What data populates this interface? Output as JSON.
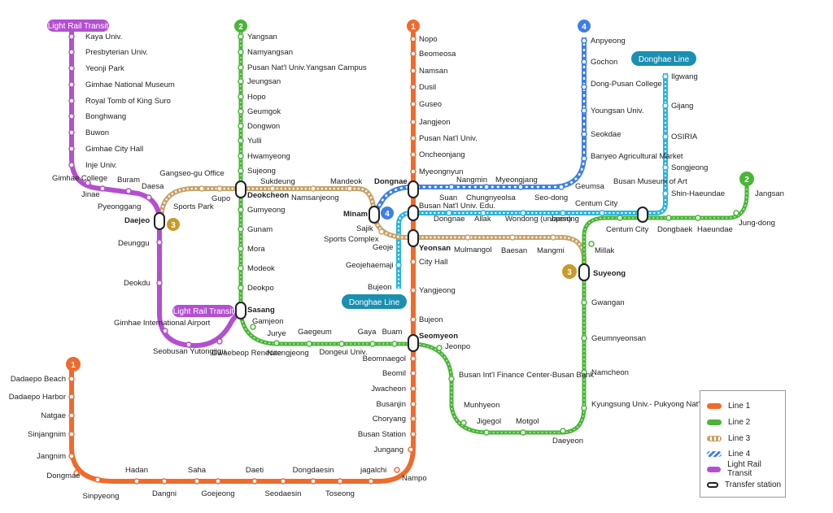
{
  "colors": {
    "line1": "#f06a2c",
    "line2": "#49b537",
    "line3": "#c8a26a",
    "line4": "#3f7fe4",
    "lrt": "#b34fd0",
    "donghae": "#29b6e0",
    "donghae_tag": "#1b8fb0",
    "line3_badge": "#c89a2a"
  },
  "badges": {
    "line1": "1",
    "line2": "2",
    "line3": "3",
    "line4": "4",
    "lrt_tag": "Light Rail Transit",
    "donghae_tag": "Donghae Line"
  },
  "stations": {
    "line1": [
      "Nopo",
      "Beomeosa",
      "Namsan",
      "Dusil",
      "Guseo",
      "Jangjeon",
      "Pusan Nat'l Univ.",
      "Oncheonjang",
      "Myeongnyun",
      "Dongnae",
      "Busan Nat'l Univ. Edu.",
      "Yeonsan",
      "City Hall",
      "Yangjeong",
      "Bujeon",
      "Seomyeon",
      "Beomnaegol",
      "Beomil",
      "Jwacheon",
      "Busanjin",
      "Choryang",
      "Busan Station",
      "Jungang",
      "Nampo",
      "jagalchi",
      "Toseong",
      "Dongdaesin",
      "Seodaesin",
      "Daeti",
      "Goejeong",
      "Saha",
      "Dangni",
      "Hadan",
      "Sinpyeong",
      "Dongmae",
      "Jangnim",
      "Sinjangnim",
      "Natgae",
      "Dadaepo Harbor",
      "Dadaepo Beach"
    ],
    "line2": [
      "Yangsan",
      "Namyangsan",
      "Pusan Nat'l Univ.Yangsan Campus",
      "Jeungsan",
      "Hopo",
      "Geumgok",
      "Dongwon",
      "Yulli",
      "Hwamyeong",
      "Sujeong",
      "Deokcheon",
      "Gumyeong",
      "Gunam",
      "Mora",
      "Modeok",
      "Deokpo",
      "Sasang",
      "Gamjeon",
      "Jurye",
      "Naengjeong",
      "Gaegeum",
      "Dongeui Univ.",
      "Gaya",
      "Buam",
      "Jeonpo",
      "Busan Int'l Finance Center-Busan Bank",
      "Munhyeon",
      "Jigegol",
      "Motgol",
      "Daeyeon",
      "Kyungsung Univ.- Pukyong Nat'l Univ.",
      "Namcheon",
      "Geumnyeonsan",
      "Gwangan",
      "Suyeong",
      "Millak",
      "Centum City",
      "Dongbaek",
      "Haeundae",
      "Jung-dong",
      "Jangsan"
    ],
    "line3": [
      "Gangseo-gu Office",
      "Sports Park",
      "Gupo",
      "Sukdeung",
      "Namsanjeong",
      "Mandeok",
      "Minam",
      "Sajik",
      "Sports Complex",
      "Geoje",
      "Mulmangol",
      "Baesan",
      "Mangmi"
    ],
    "line4": [
      "Anpyeong",
      "Gochon",
      "Dong-Pusan College",
      "Youngsan Univ.",
      "Seokdae",
      "Banyeo Agricultural Market",
      "Geumsa",
      "Seo-dong",
      "Myeongjang",
      "Chungnyeolsa",
      "Nangmin",
      "Suan"
    ],
    "lrt": [
      "Kaya Univ.",
      "Presbyterian Univ.",
      "Yeonji Park",
      "Gimhae National Museum",
      "Royal Tomb of King Suro",
      "Bonghwang",
      "Buwon",
      "Gimhae City Hall",
      "Inje Univ.",
      "Gimhae College",
      "Jinae",
      "Buram",
      "Daesa",
      "Pyeonggang",
      "Daejeo",
      "Deunggu",
      "Deokdu",
      "Gimhae International Airport",
      "Seobusan Yutongjigu",
      "Gwaebeop Renecite"
    ],
    "donghae": [
      "Ilgwang",
      "Gijang",
      "OSIRIA",
      "Songjeong",
      "Shin-Haeundae",
      "Busan Museum of Art",
      "Centum City",
      "Jaesong",
      "Wondong (unopen)",
      "Allak",
      "Dongnae",
      "Geojehaemaji",
      "Bujeon"
    ]
  },
  "legend": {
    "line1": "Line 1",
    "line2": "Line 2",
    "line3": "Line 3",
    "line4": "Line 4",
    "lrt": "Light Rail Transit",
    "transfer": "Transfer station"
  }
}
